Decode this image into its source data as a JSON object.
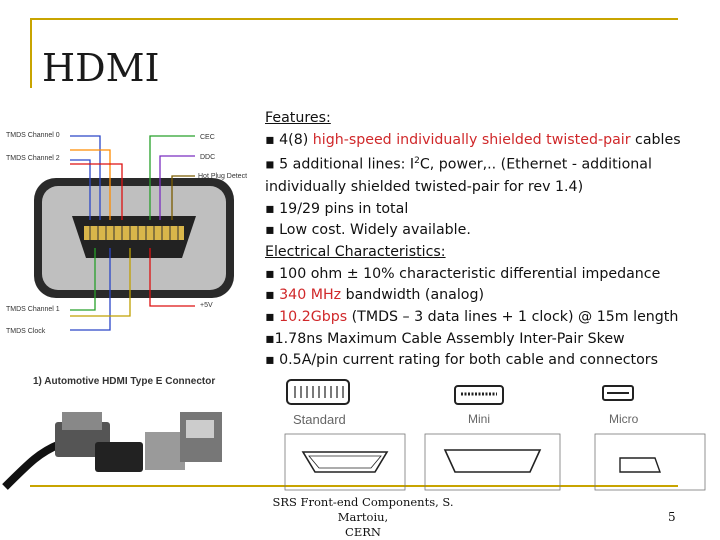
{
  "title": "HDMI",
  "diagram": {
    "labels_left": [
      "TMDS Channel 0",
      "TMDS Channel 2",
      "TMDS Channel 1",
      "TMDS Clock"
    ],
    "labels_right": [
      "CEC",
      "DDC",
      "Hot Plug Detect",
      "+5V"
    ]
  },
  "automotive_caption": "1) Automotive HDMI Type E Connector",
  "features": {
    "heading": "Features:",
    "items": [
      {
        "bullet": "▪",
        "pre": " 4(8) ",
        "highlight": "high-speed individually shielded twisted-pair",
        "post": " cables"
      },
      {
        "bullet": "▪",
        "text_a": " 5 additional lines: I",
        "sup": "2",
        "text_b": "C, power,.. (Ethernet - additional individually shielded twisted-pair for rev 1.4)"
      },
      {
        "bullet": "▪",
        "text": " 19/29 pins in total"
      },
      {
        "bullet": "▪",
        "text": " Low cost. Widely available."
      }
    ]
  },
  "electrical": {
    "heading": "Electrical Characteristics:",
    "items": [
      {
        "bullet": "▪",
        "text": " 100 ohm ± 10% characteristic differential impedance"
      },
      {
        "bullet": "▪",
        "highlight": " 340 MHz",
        "post": " bandwidth (analog)"
      },
      {
        "bullet": "▪",
        "highlight": " 10.2Gbps",
        "post": " (TMDS – 3 data lines + 1 clock) @ 15m length"
      },
      {
        "bullet": "▪",
        "text": "1.78ns Maximum Cable Assembly Inter-Pair Skew"
      },
      {
        "bullet": "▪",
        "text": " 0.5A/pin current rating for both cable and connectors"
      }
    ]
  },
  "connectors": {
    "standard": "Standard",
    "mini": "Mini",
    "micro": "Micro"
  },
  "footer": {
    "line1": "SRS Front-end Components, S. Martoiu,",
    "line2": "CERN"
  },
  "page_number": "5",
  "colors": {
    "accent": "#c8a400",
    "highlight_red": "#d0282a",
    "highlight_blue": "#1b3fa0"
  }
}
